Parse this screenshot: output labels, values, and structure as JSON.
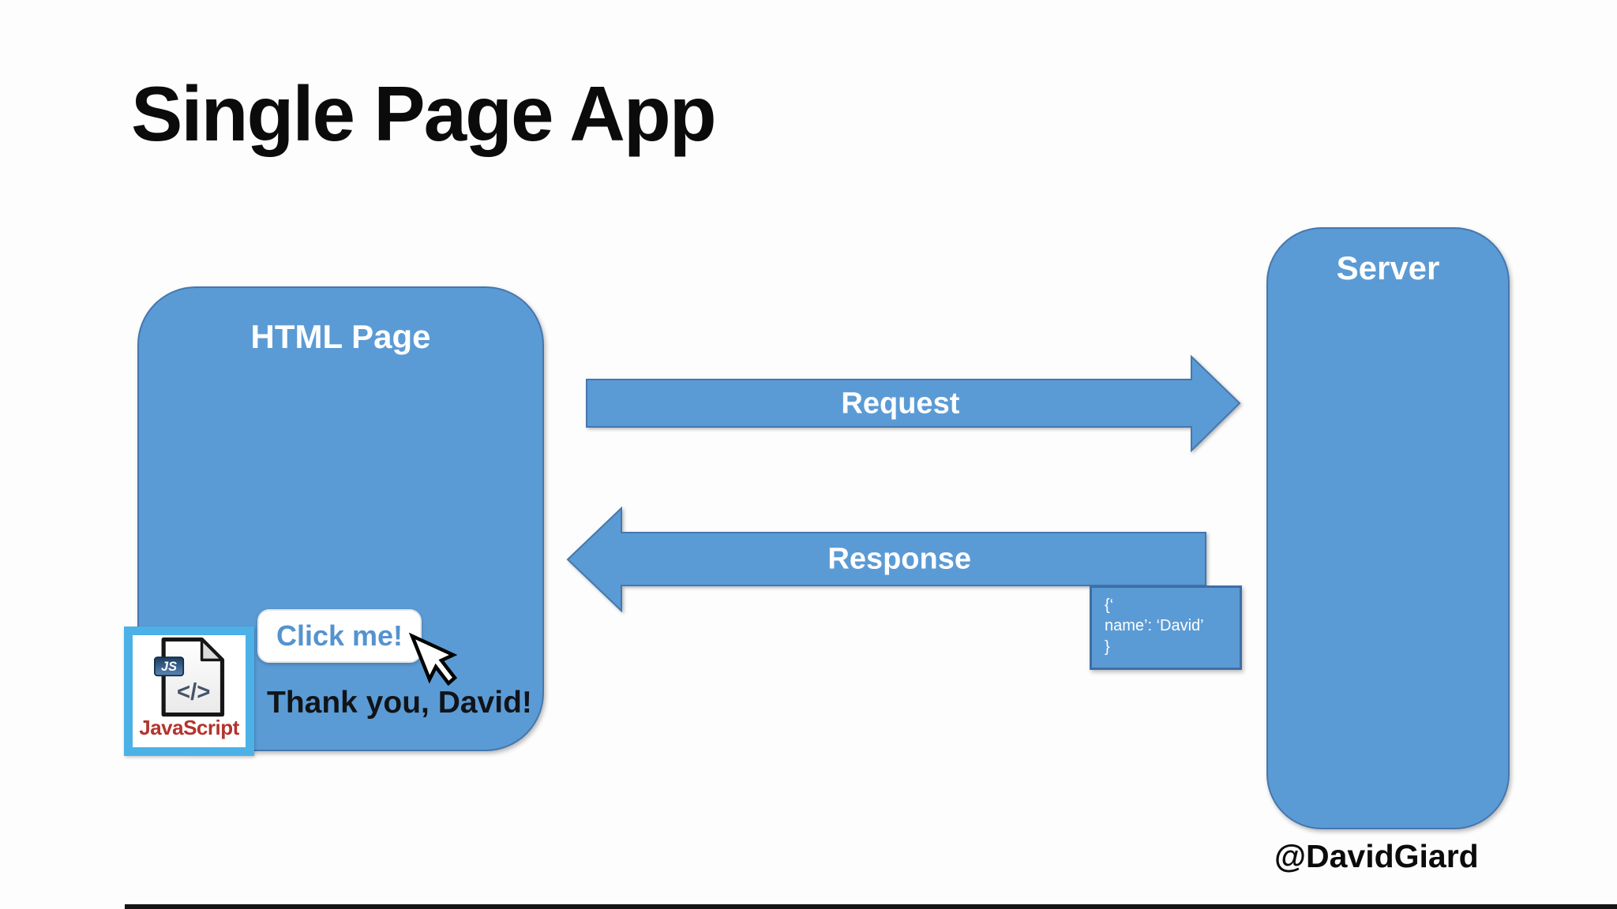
{
  "slide": {
    "title": "Single Page App",
    "attribution": "@DavidGiard"
  },
  "html_page": {
    "label": "HTML Page",
    "button_label": "Click me!",
    "message": "Thank you, David!"
  },
  "server": {
    "label": "Server"
  },
  "arrows": {
    "request_label": "Request",
    "response_label": "Response"
  },
  "json_payload": {
    "line1": "{‘",
    "line2": "name’: ‘David’",
    "line3": "}"
  },
  "js_icon": {
    "badge": "JS",
    "code_glyph": "</>",
    "caption": "JavaScript"
  },
  "colors": {
    "shape_fill": "#5b9bd5",
    "shape_border": "#4577ae",
    "json_box_border": "#3f6ea6",
    "icon_frame_blue": "#4cb1e6",
    "click_me_text": "#5593cf",
    "javascript_red": "#b3342c",
    "text_dark": "#0b0b0b"
  }
}
